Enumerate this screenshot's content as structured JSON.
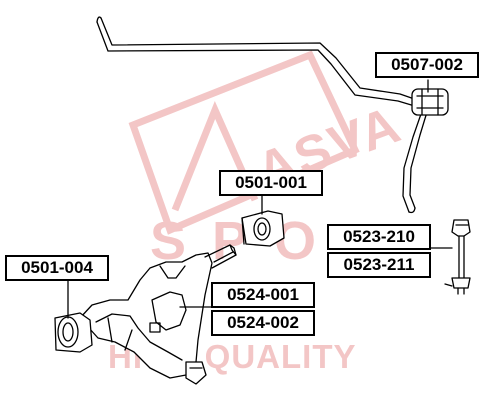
{
  "watermark": {
    "brand_text": "ASVA",
    "sub_text": "SPO",
    "slogan": "HIGH QUALITY",
    "color": "#f3c6c6"
  },
  "parts": {
    "stabilizer_bushing": "0507-002",
    "arm_bushing_top": "0501-001",
    "arm_bushing_left": "0501-004",
    "link_left": "0523-210",
    "link_right": "0523-211",
    "lower_arm_left": "0524-001",
    "lower_arm_right": "0524-002"
  },
  "colors": {
    "line": "#000000",
    "label_border": "#000000",
    "label_bg": "#ffffff"
  }
}
